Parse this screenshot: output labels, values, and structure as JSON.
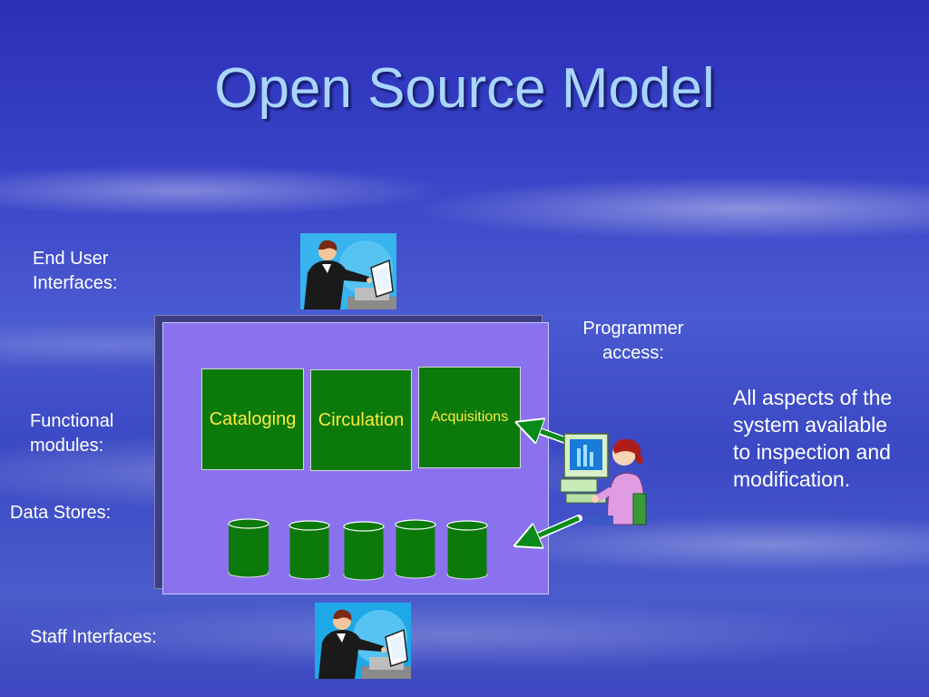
{
  "slide": {
    "title": "Open Source Model"
  },
  "labels": {
    "end_user": "End User Interfaces:",
    "programmer": "Programmer access:",
    "functional": "Functional modules:",
    "data_stores": "Data Stores:",
    "staff": "Staff Interfaces:",
    "all_aspects": "All aspects of the system available to inspection and modification."
  },
  "modules": [
    "Cataloging",
    "Circulation",
    "Acquisitions"
  ],
  "colors": {
    "module_fill": "#0b7a0b",
    "module_text": "#ffea40",
    "container_fill": "#8a72ee",
    "title_text": "#a9d6ff",
    "arrow": "#0a8a1a"
  }
}
